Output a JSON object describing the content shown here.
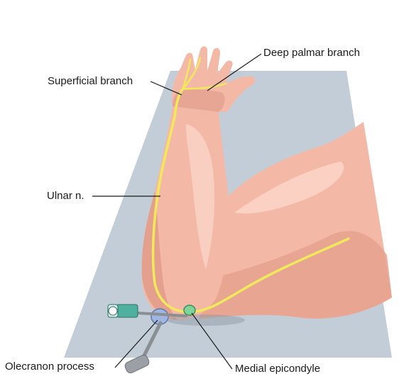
{
  "labels": {
    "deep_palmar_branch": "Deep palmar branch",
    "superficial_branch": "Superficial branch",
    "ulnar_nerve": "Ulnar n.",
    "olecranon_process": "Olecranon process",
    "medial_epicondyle": "Medial epicondyle"
  },
  "colors": {
    "background_panel": "#c2cdd7",
    "skin": "#f4b9a6",
    "skin_shadow": "#dd9683",
    "skin_highlight": "#fbd7c9",
    "nerve": "#f1e95c",
    "olecranon_marker": "#9fb6e3",
    "epicondyle_marker": "#7fd39b",
    "needle_hub": "#4fb0a0",
    "needle_shaft": "#8a8f94",
    "leader_line": "#1a1a1a"
  },
  "icons": {
    "needle": "syringe-needle-icon"
  }
}
